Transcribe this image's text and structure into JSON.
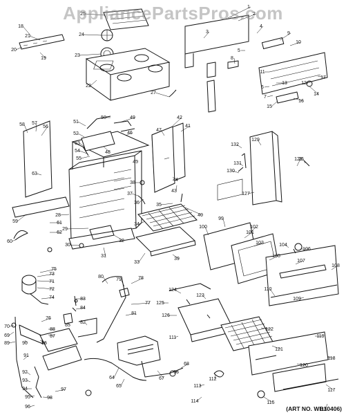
{
  "watermark": "AppliancePartsPros.com",
  "art_number": "(ART NO. WB10406)",
  "part_labels": [
    "1",
    "2",
    "3",
    "4",
    "5",
    "6",
    "7",
    "8",
    "9",
    "10",
    "11",
    "12",
    "13",
    "14",
    "15",
    "16",
    "17",
    "18",
    "19",
    "20",
    "21",
    "22",
    "23",
    "24",
    "25",
    "26",
    "27",
    "28",
    "29",
    "30",
    "31",
    "32",
    "33",
    "34",
    "35",
    "36",
    "37",
    "38",
    "39",
    "40",
    "41",
    "42",
    "43",
    "44",
    "45",
    "46",
    "47",
    "48",
    "49",
    "50",
    "51",
    "52",
    "53",
    "54",
    "55",
    "56",
    "57",
    "58",
    "59",
    "60",
    "61",
    "62",
    "63",
    "64",
    "65",
    "66",
    "67",
    "68",
    "69",
    "70",
    "71",
    "72",
    "73",
    "74",
    "75",
    "76",
    "77",
    "78",
    "79",
    "80",
    "81",
    "82",
    "83",
    "84",
    "85",
    "86",
    "87",
    "88",
    "89",
    "90",
    "91",
    "92",
    "93",
    "94",
    "95",
    "96",
    "97",
    "98",
    "99",
    "100",
    "101",
    "102",
    "103",
    "104",
    "105",
    "106",
    "107",
    "108",
    "109",
    "110",
    "111",
    "112",
    "113",
    "114",
    "115",
    "116",
    "117",
    "118",
    "119",
    "120",
    "121",
    "122",
    "123",
    "124",
    "125",
    "126",
    "127",
    "128",
    "129",
    "130",
    "131",
    "132"
  ]
}
